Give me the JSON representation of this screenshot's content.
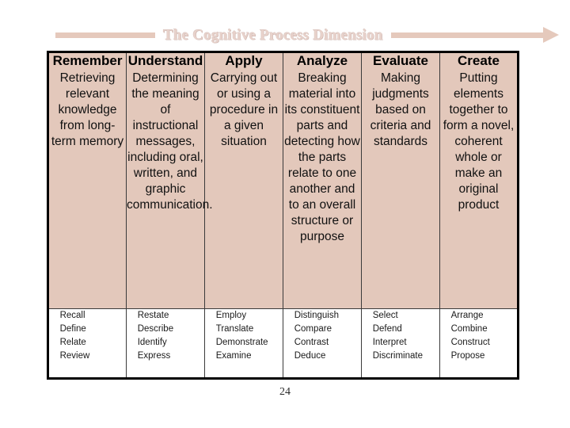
{
  "banner": {
    "title": "The Cognitive Process Dimension",
    "accent_color": "#e5c9bc",
    "arrow_icon": "right-arrow-icon"
  },
  "table": {
    "cell_bg_color": "#e3c8bb",
    "columns": [
      {
        "header": "Remember",
        "description": "Retrieving relevant knowledge from long-term memory",
        "verbs": [
          "Recall",
          "Define",
          "Relate",
          "Review"
        ]
      },
      {
        "header": "Understand",
        "description": "Determining the meaning of instructional messages, including oral, written, and graphic communication.",
        "verbs": [
          "Restate",
          "Describe",
          "Identify",
          "Express"
        ]
      },
      {
        "header": "Apply",
        "description": "Carrying out or using a procedure in a given situation",
        "verbs": [
          "Employ",
          "Translate",
          "Demonstrate",
          "Examine"
        ]
      },
      {
        "header": "Analyze",
        "description": "Breaking material into its constituent parts and detecting how the parts relate to one another and to an overall structure or purpose",
        "verbs": [
          "Distinguish",
          "Compare",
          "Contrast",
          "Deduce"
        ]
      },
      {
        "header": "Evaluate",
        "description": "Making judgments based on criteria and standards",
        "verbs": [
          "Select",
          "Defend",
          "Interpret",
          "Discriminate"
        ]
      },
      {
        "header": "Create",
        "description": "Putting elements together to form a novel, coherent whole or make an original product",
        "verbs": [
          "Arrange",
          "Combine",
          "Construct",
          "Propose"
        ]
      }
    ]
  },
  "footer": {
    "page_number": "24"
  }
}
